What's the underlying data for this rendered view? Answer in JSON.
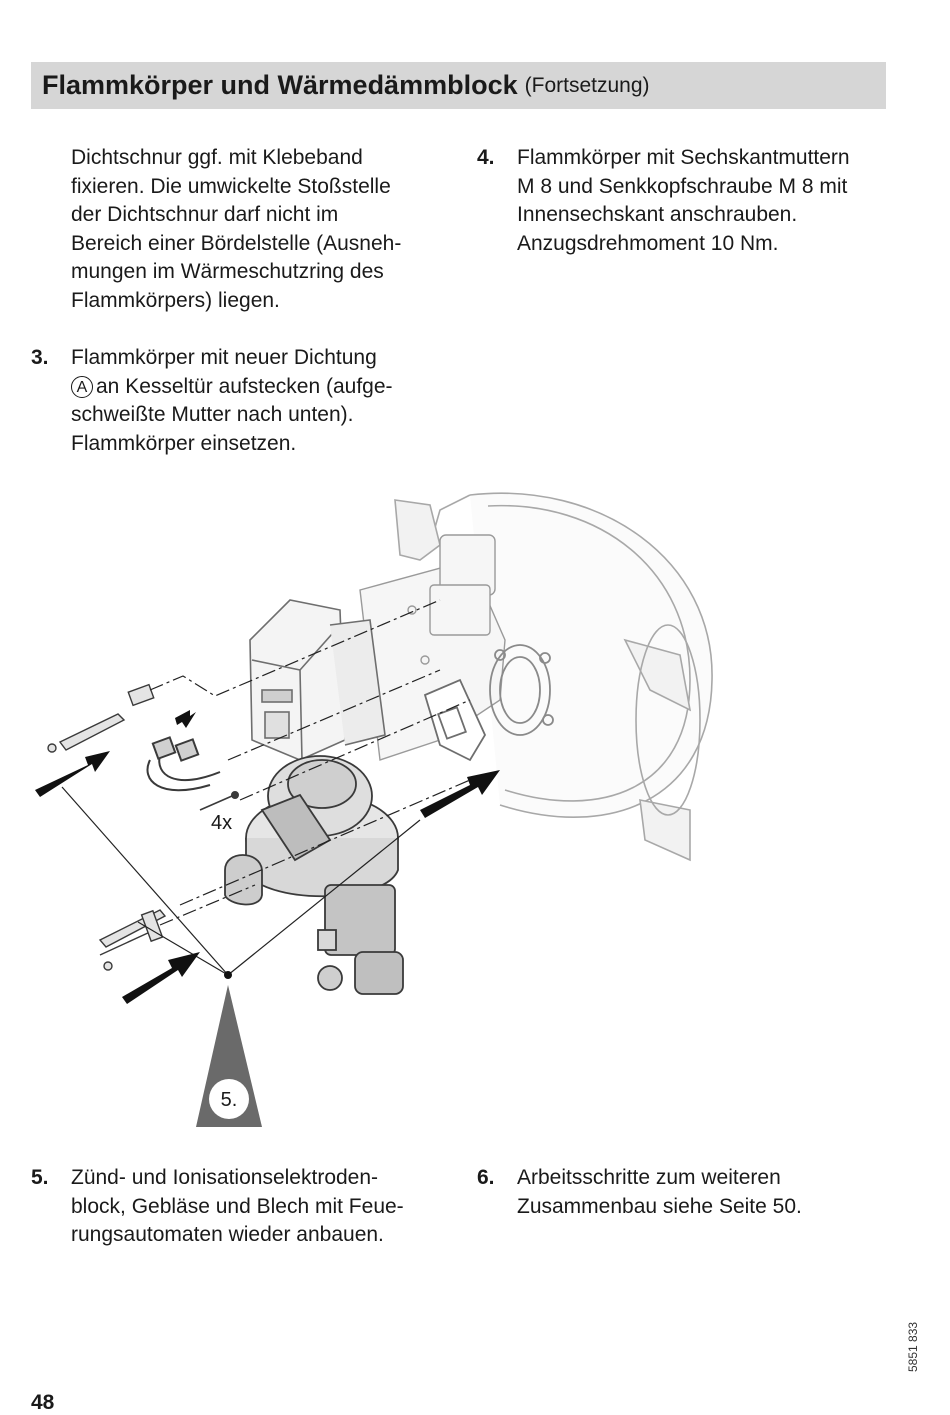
{
  "header": {
    "title": "Flammkörper und Wärmedämmblock",
    "subtitle": "(Fortsetzung)"
  },
  "left_column": {
    "continuation_lines": [
      "Dichtschnur ggf. mit Klebeband",
      "fixieren. Die umwickelte Stoßstelle",
      "der Dichtschnur darf nicht im",
      "Bereich einer Bördelstelle (Ausneh-",
      "mungen im Wärmeschutzring des",
      "Flammkörpers) liegen."
    ],
    "step3": {
      "number": "3.",
      "line1": "Flammkörper mit neuer Dichtung",
      "marker": "A",
      "line2_rest": "an Kesseltür aufstecken (aufge-",
      "line3": "schweißte Mutter nach unten).",
      "line4": "Flammkörper einsetzen."
    }
  },
  "right_column": {
    "step4": {
      "number": "4.",
      "lines": [
        "Flammkörper mit Sechskantmuttern",
        "M 8 und Senkkopfschraube M 8 mit",
        "Innensechskant anschrauben.",
        "Anzugsdrehmoment 10 Nm."
      ]
    }
  },
  "figure": {
    "quantity_label": "4x",
    "step_badge": "5."
  },
  "bottom": {
    "step5": {
      "number": "5.",
      "lines": [
        "Zünd- und Ionisationselektroden-",
        "block, Gebläse und Blech mit Feue-",
        "rungsautomaten wieder anbauen."
      ]
    },
    "step6": {
      "number": "6.",
      "lines": [
        "Arbeitsschritte zum weiteren",
        "Zusammenbau siehe Seite 50."
      ]
    }
  },
  "footer": {
    "page_number": "48",
    "doc_code": "5851 833"
  }
}
